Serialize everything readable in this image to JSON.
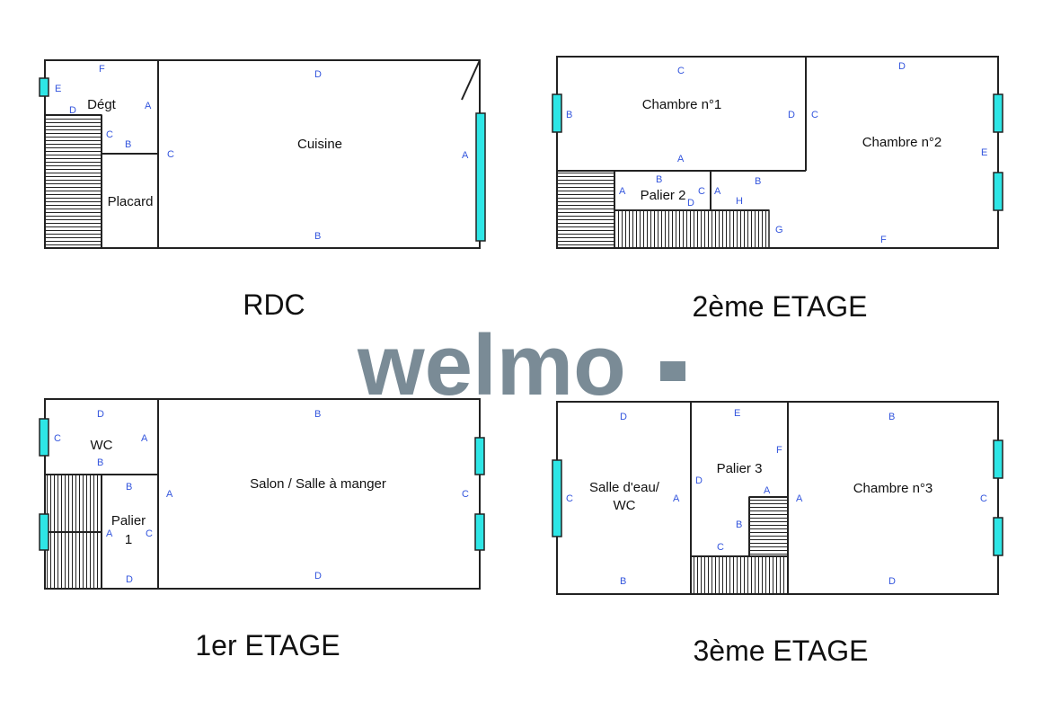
{
  "watermark": "welmo",
  "floors": {
    "rdc": {
      "title": "RDC",
      "rooms": {
        "degt": "Dégt",
        "placard": "Placard",
        "cuisine": "Cuisine"
      },
      "labels": {
        "f": "F",
        "e": "E",
        "d1": "D",
        "a1": "A",
        "c1": "C",
        "b1": "B",
        "c2": "C",
        "d2": "D",
        "a2": "A",
        "b2": "B"
      }
    },
    "etage1": {
      "title": "1er ETAGE",
      "rooms": {
        "wc": "WC",
        "palier": "Palier\n1",
        "palier_l1": "Palier",
        "palier_l2": "1",
        "salon": "Salon / Salle à manger"
      },
      "labels": {
        "d1": "D",
        "c1": "C",
        "a1": "A",
        "b1": "B",
        "b2": "B",
        "a2": "A",
        "c2": "C",
        "d2": "D",
        "b3": "B",
        "a3": "A",
        "c3": "C",
        "d3": "D"
      }
    },
    "etage2": {
      "title": "2ème ETAGE",
      "rooms": {
        "ch1": "Chambre n°1",
        "ch2": "Chambre n°2",
        "palier": "Palier 2"
      },
      "labels": {
        "c1": "C",
        "b1": "B",
        "d1": "D",
        "c2": "C",
        "a1": "A",
        "b2": "B",
        "a2": "A",
        "d2": "D",
        "c3": "C",
        "a3": "A",
        "b3": "B",
        "h": "H",
        "dTop": "D",
        "e": "E",
        "g": "G",
        "f": "F"
      }
    },
    "etage3": {
      "title": "3ème ETAGE",
      "rooms": {
        "sde_l1": "Salle d'eau/",
        "sde_l2": "WC",
        "palier": "Palier 3",
        "ch3": "Chambre n°3"
      },
      "labels": {
        "d1": "D",
        "c1": "C",
        "a1": "A",
        "b1": "B",
        "e": "E",
        "f": "F",
        "d2": "D",
        "a2": "A",
        "b2": "B",
        "c2": "C",
        "a3": "A",
        "b3": "B",
        "c3": "C",
        "d3": "D"
      }
    }
  }
}
